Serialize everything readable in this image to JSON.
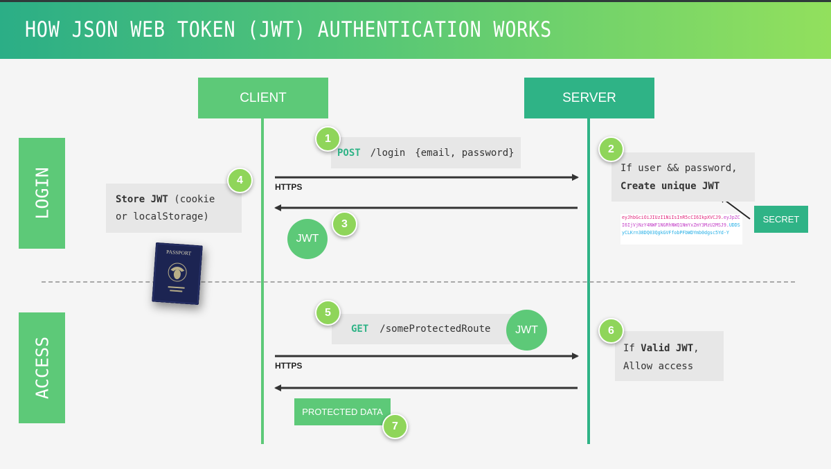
{
  "header": {
    "title": "HOW JSON WEB TOKEN (JWT) AUTHENTICATION WORKS"
  },
  "actors": {
    "client": "CLIENT",
    "server": "SERVER"
  },
  "phases": {
    "login": "LOGIN",
    "access": "ACCESS"
  },
  "steps": {
    "s1": {
      "num": "1",
      "verb": "POST",
      "path": "/login",
      "body": "{email, password}"
    },
    "s2": {
      "num": "2",
      "line1": "If user && password,",
      "line2": "Create unique JWT"
    },
    "s3": {
      "num": "3",
      "token": "JWT"
    },
    "s4": {
      "num": "4",
      "bold": "Store JWT",
      "rest1": " (cookie",
      "line2": "or localStorage)"
    },
    "s5": {
      "num": "5",
      "verb": "GET",
      "path": "/someProtectedRoute",
      "token": "JWT"
    },
    "s6": {
      "num": "6",
      "prefix": "If ",
      "bold": "Valid JWT",
      "suffix": ",",
      "line2": "Allow access"
    },
    "s7": {
      "num": "7",
      "label": "PROTECTED DATA"
    }
  },
  "labels": {
    "https_login": "HTTPS",
    "https_access": "HTTPS",
    "secret": "SECRET"
  },
  "token_text": {
    "part_a": "eyJhbGciOiJIUzI1NiIsInR5cCI6IkpXVCJ9.",
    "part_b": "eyJpZCI6IjVjNzY4NWF1NGRhNWQ1NmYxZmY3MzU2MSJ9.",
    "part_c": "UDDSyCLKrn38DQ03QgkGVFfobPFbWDYmb0dgsc5Yd-Y"
  },
  "passport": {
    "label": "PASSPORT"
  },
  "colors": {
    "header_start": "#2bae86",
    "header_end": "#92e05d",
    "client": "#5dc978",
    "server": "#2fb386",
    "step_badge": "#8fd55a"
  }
}
